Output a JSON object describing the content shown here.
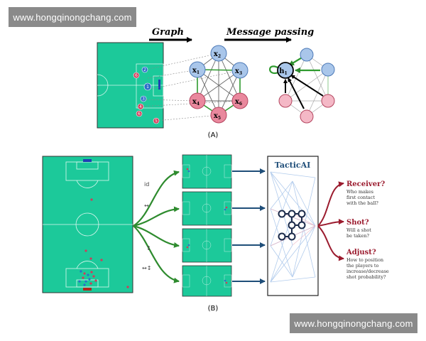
{
  "watermark": {
    "top": "www.hongqinongchang.com",
    "bottom": "www.hongqinongchang.com"
  },
  "panelA": {
    "label": "(A)",
    "arrow_graph": "Graph",
    "arrow_message": "Message passing",
    "player_numbers": [
      "2",
      "6",
      "1",
      "3",
      "4",
      "5",
      "6"
    ],
    "graph_nodes": [
      {
        "label": "x",
        "sub": "2",
        "team": "blue"
      },
      {
        "label": "x",
        "sub": "1",
        "team": "blue"
      },
      {
        "label": "x",
        "sub": "3",
        "team": "blue"
      },
      {
        "label": "x",
        "sub": "4",
        "team": "red"
      },
      {
        "label": "x",
        "sub": "6",
        "team": "red"
      },
      {
        "label": "x",
        "sub": "5",
        "team": "red"
      }
    ],
    "message_node": {
      "label": "h",
      "sub": "1"
    }
  },
  "panelB": {
    "label": "(B)",
    "arrow_labels": [
      "id",
      "↔",
      "↕",
      "↔↕"
    ],
    "model_title": "TacticAI",
    "outputs": [
      {
        "title": "Receiver?",
        "desc": [
          "Who makes",
          "first contact",
          "with the ball?"
        ]
      },
      {
        "title": "Shot?",
        "desc": [
          "Will a shot",
          "be taken?"
        ]
      },
      {
        "title": "Adjust?",
        "desc": [
          "How to position",
          "the players to",
          "increase/decrease",
          "shot probability?"
        ]
      }
    ]
  },
  "colors": {
    "pitch": "#1cc99a",
    "blue_node": "#a9c6ea",
    "red_node": "#e9889d",
    "green_edge": "#2e9a2e",
    "dark_blue": "#1f4e79",
    "crimson": "#9b1b2e"
  }
}
